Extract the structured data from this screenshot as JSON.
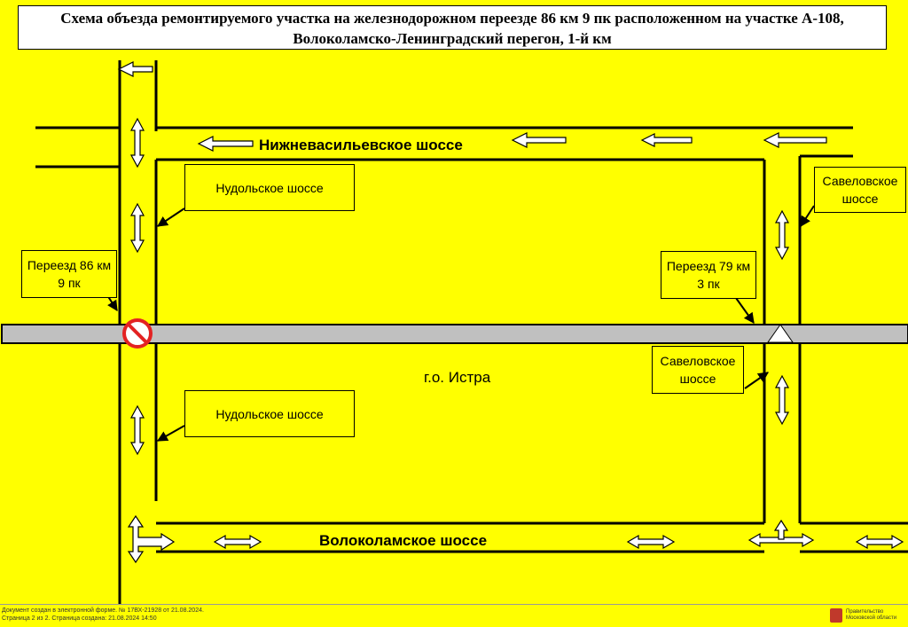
{
  "title": "Схема объезда ремонтируемого участка на железнодорожном переезде 86 км 9 пк расположенном на участке А-108, Волоколамско-Ленинградский перегон, 1-й км",
  "roads": {
    "nizhnevasilevskoe": "Нижневасильевское шоссе",
    "volokolamskoe": "Волоколамское шоссе"
  },
  "labels": {
    "nudolskoe_top": "Нудольское шоссе",
    "nudolskoe_bottom": "Нудольское шоссе",
    "savelovskoe_top": "Савеловское шоссе",
    "savelovskoe_bottom": "Савеловское шоссе",
    "crossing_86": "Переезд 86 км 9 пк",
    "crossing_79": "Переезд 79 км 3 пк"
  },
  "city": "г.о. Истра",
  "footer": {
    "line1": "Документ создан в электронной форме. № 17ВХ-21928 от 21.08.2024.",
    "line2": "Страница 2 из 2. Страница создана: 21.08.2024 14:50",
    "org": "Правительство Московской области"
  },
  "colors": {
    "background": "#ffff00",
    "railway": "#c0c0c0",
    "closed_sign": "#e32222"
  }
}
